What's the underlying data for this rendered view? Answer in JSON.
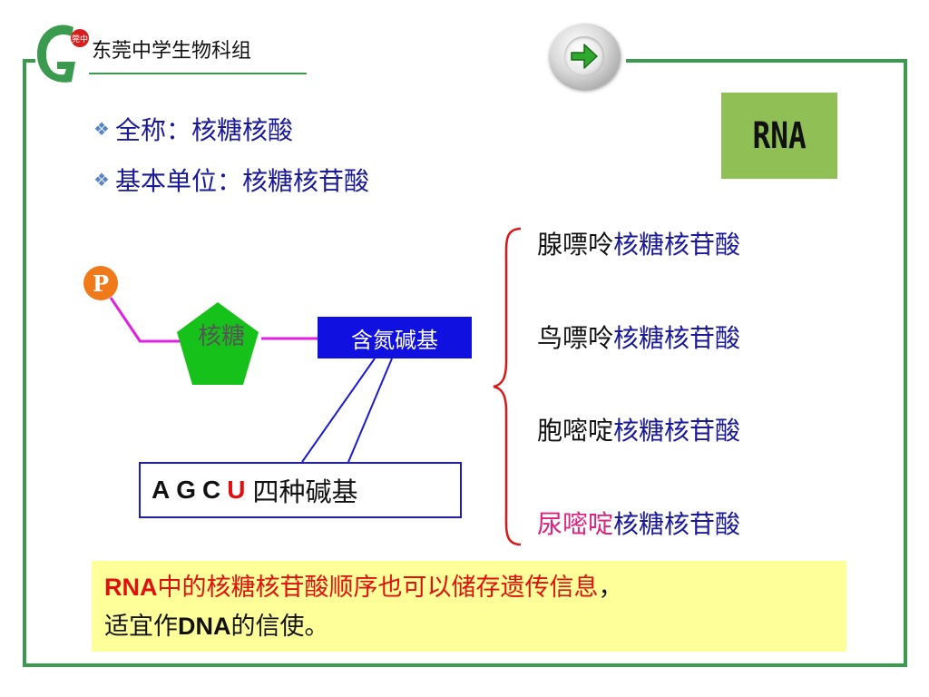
{
  "header": {
    "school_name": "东莞中学生物科组",
    "logo_badge_text": "莞中"
  },
  "rna_label": "RNA",
  "bullets": [
    {
      "text": "全称：核糖核酸"
    },
    {
      "text": "基本单位：核糖核苷酸"
    }
  ],
  "diagram": {
    "phosphate": "P",
    "sugar": "核糖",
    "base": "含氮碱基",
    "bases_letters": [
      "A",
      "G",
      "C",
      "U"
    ],
    "bases_word": "四种碱基"
  },
  "nucleotides": [
    {
      "prefix": "腺嘌呤",
      "suffix": "核糖核苷酸"
    },
    {
      "prefix": "鸟嘌呤",
      "suffix": "核糖核苷酸"
    },
    {
      "prefix": "胞嘧啶",
      "suffix": "核糖核苷酸"
    },
    {
      "prefix": "尿嘧啶",
      "suffix": "核糖核苷酸"
    }
  ],
  "note": {
    "part1": "RNA",
    "part2": "中的核糖核苷酸顺序也可以储存遗传信息",
    "part3": "，",
    "part4": "适宜作",
    "part5": "DNA",
    "part6": "的信使。"
  },
  "colors": {
    "frame": "#3a9a4e",
    "rna_box": "#8fbf55",
    "base_box": "#1010e0",
    "sugar_pentagon": "#16c21a",
    "phosphate": "#f07a1a",
    "note_bg": "#ffff99",
    "highlight_red": "#e01010",
    "highlight_pink": "#e0207a",
    "text_blue": "#1a1a99"
  },
  "icons": {
    "next": "right-arrow-icon",
    "bullet": "diamond-bullet-icon",
    "logo": "school-logo-icon"
  }
}
